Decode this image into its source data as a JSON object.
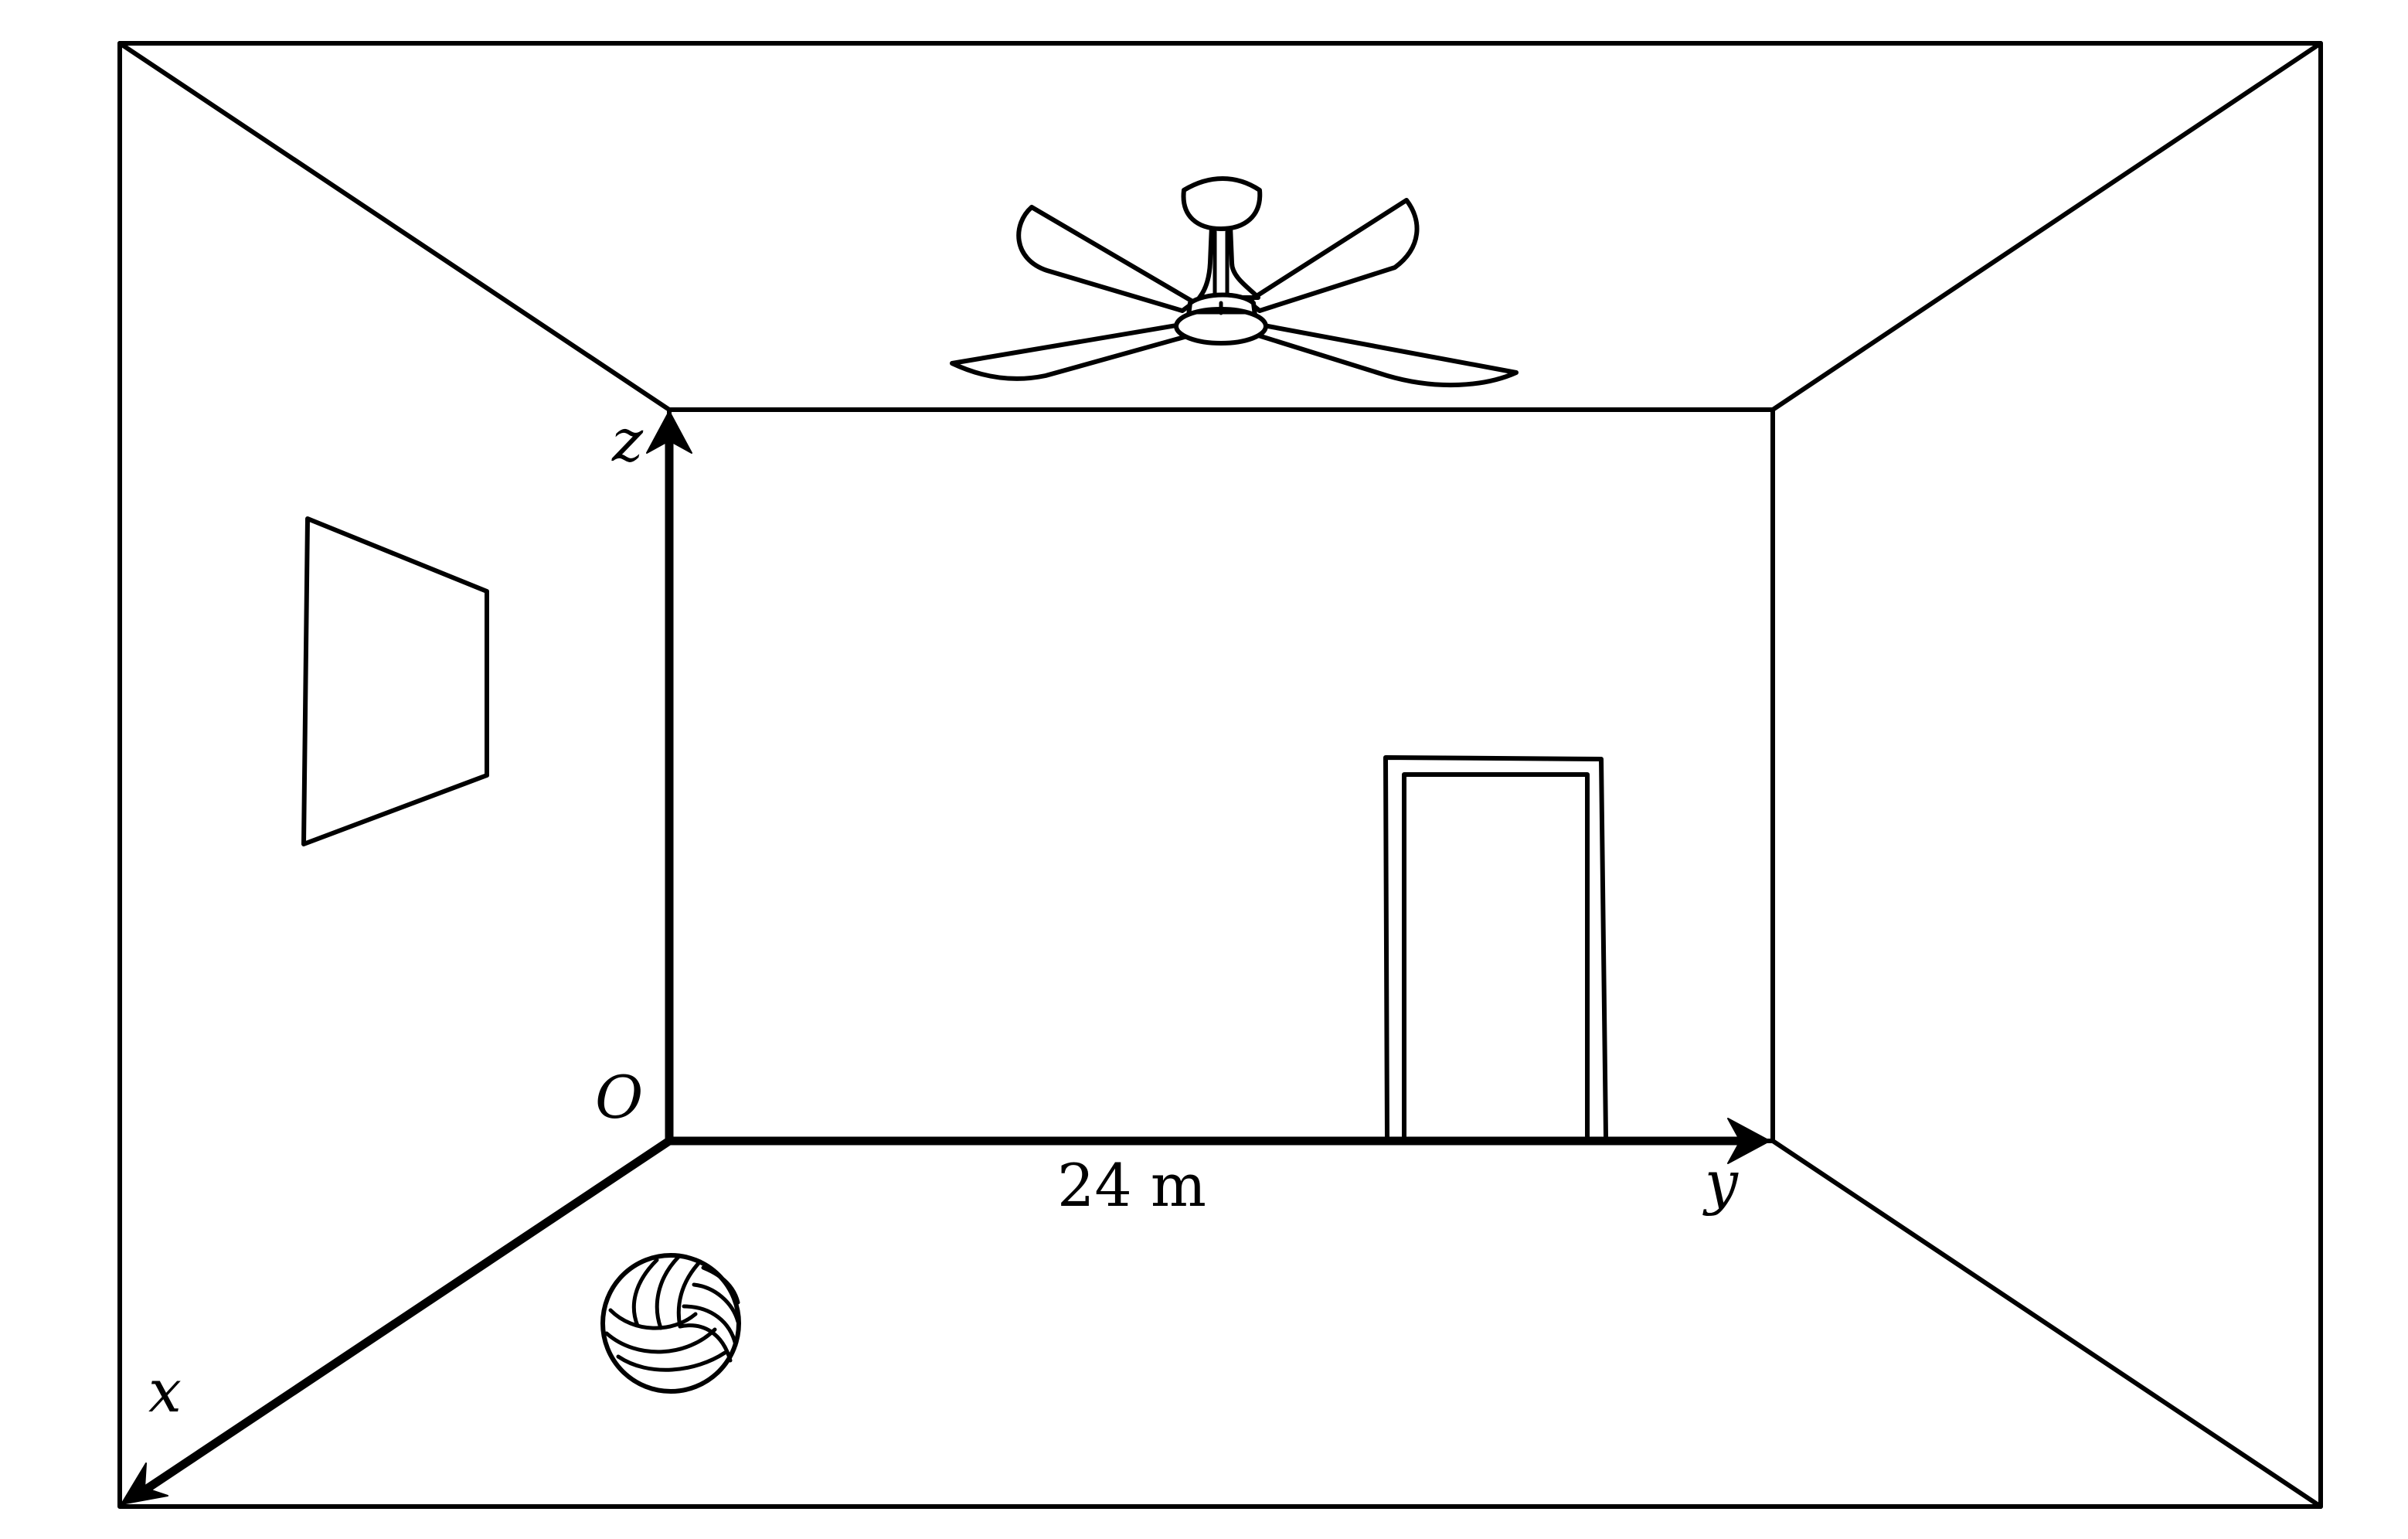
{
  "labels": {
    "axis_x": "x",
    "axis_y": "y",
    "axis_z": "z",
    "origin": "O",
    "length": "24 m"
  },
  "colors": {
    "stroke": "#000000",
    "background": "#ffffff"
  }
}
